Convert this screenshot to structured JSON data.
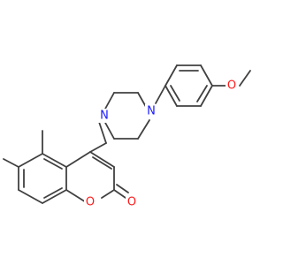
{
  "atoms": {
    "n1": {
      "symbol": "N",
      "color": "#1a1aff"
    },
    "n2": {
      "symbol": "N",
      "color": "#1a1aff"
    },
    "o_ring": {
      "symbol": "O",
      "color": "#ff1a1a"
    },
    "o_carbonyl": {
      "symbol": "O",
      "color": "#ff1a1a"
    },
    "o_methoxy": {
      "symbol": "O",
      "color": "#ff1a1a"
    }
  },
  "colors": {
    "bond": "#404040",
    "nitrogen": "#1a1aff",
    "oxygen": "#ff1a1a",
    "background": "#ffffff"
  }
}
